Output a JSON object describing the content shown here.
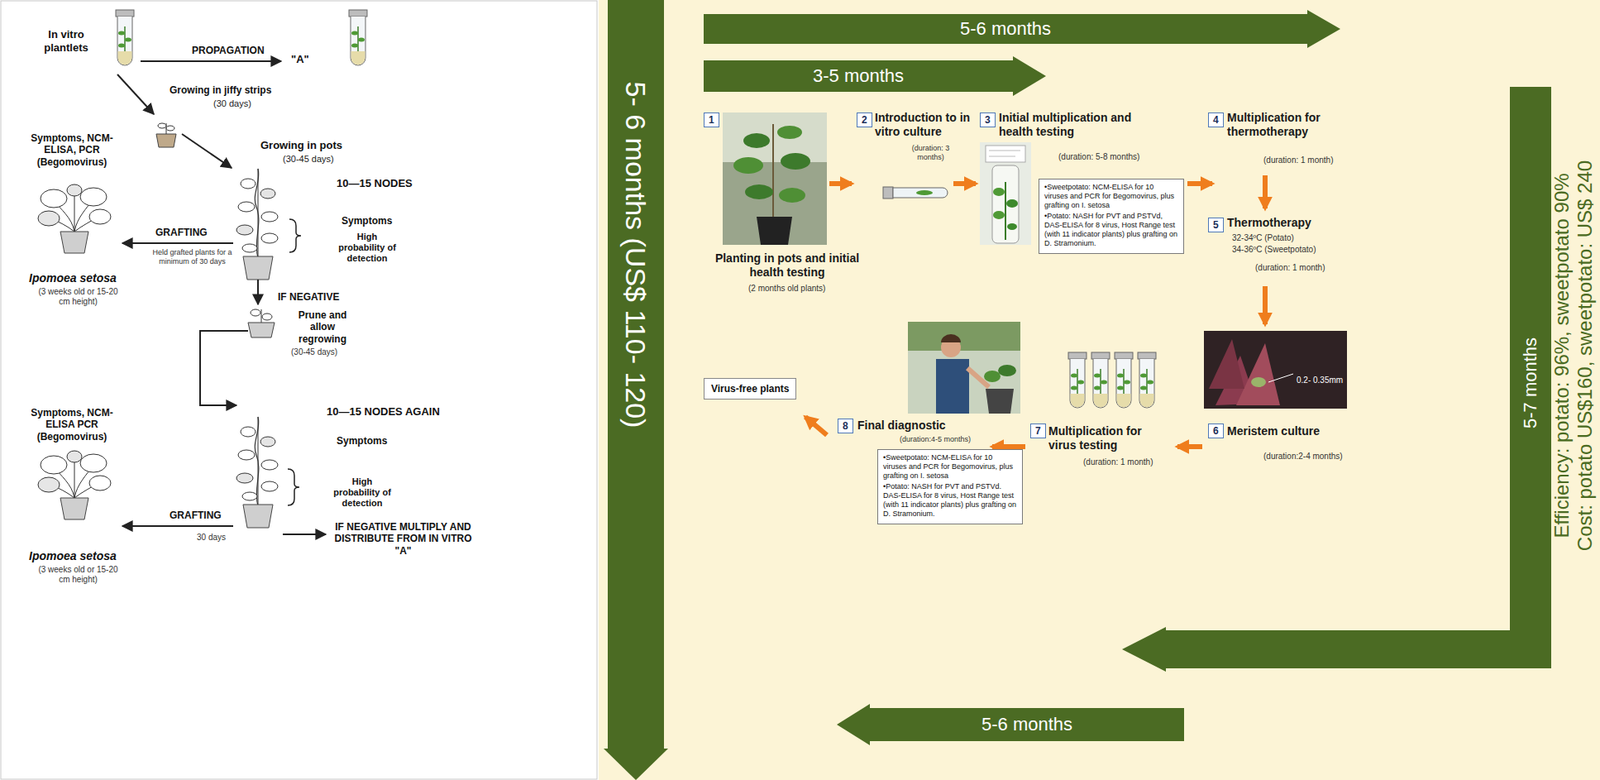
{
  "diagram": {
    "nodes": [
      {
        "text": [
          "5- 6 months (US$ 110- 120)"
        ]
      },
      {
        "text": [
          "5-6 months"
        ]
      },
      {
        "text": [
          "3-5 months"
        ]
      },
      {
        "text": [
          "5-7 months"
        ]
      },
      {
        "text": [
          "1"
        ]
      },
      {
        "text": [
          "2"
        ]
      },
      {
        "text": [
          "3"
        ]
      },
      {
        "text": [
          "•Sweetpotato: NCM-ELISA for 10 viruses and PCR for Begomovirus, plus grafting on I. setosa",
          "•Potato: NASH for PVT and PSTVd, DAS-ELISA for 8 virus, Host Range test (with 11 indicator plants) plus grafting on D. Stramonium."
        ]
      },
      {
        "text": [
          "4"
        ]
      },
      {
        "text": [
          "5"
        ]
      },
      {
        "text": [
          "6"
        ]
      },
      {
        "text": [
          "7"
        ]
      },
      {
        "text": [
          "8"
        ]
      },
      {
        "text": [
          "•Sweetpotato: NCM-ELISA for 10 viruses and PCR for Begomovirus, plus grafting on I. setosa",
          "•Potato: NASH for PVT and PSTVd. DAS-ELISA for 8 virus, Host Range test (with 11 indicator plants) plus grafting on D. Stramonium."
        ]
      },
      {
        "text": [
          "Virus-free plants"
        ]
      },
      {
        "text": [
          "5-6 months"
        ]
      }
    ],
    "labels": [
      "In vitro plantlets",
      "PROPAGATION",
      "\"A\"",
      "Growing in jiffy strips",
      "(30 days)",
      "Growing in pots",
      "(30-45 days)",
      "10—15 NODES",
      "Symptoms",
      "High probability of detection",
      "Symptoms, NCM-ELISA, PCR (Begomovirus)",
      "GRAFTING",
      "Held grafted plants for a minimum of 30 days",
      "Ipomoea setosa",
      "(3 weeks old or 15-20 cm height)",
      "IF NEGATIVE",
      "Prune and allow regrowing",
      "(30-45 days)",
      "10—15 NODES AGAIN",
      "Symptoms",
      "High probability of detection",
      "Symptoms, NCM-ELISA PCR (Begomovirus)",
      "GRAFTING",
      "30 days",
      "Ipomoea setosa",
      "(3 weeks old or 15-20 cm height)",
      "IF NEGATIVE MULTIPLY AND DISTRIBUTE FROM IN VITRO \"A\"",
      "Planting in pots and initial health testing",
      "(2 months old plants)",
      "Introduction to in vitro culture",
      "(duration: 3 months)",
      "Initial multiplication and health testing",
      "(duration: 5-8 months)",
      "Multiplication for thermotherapy",
      "(duration: 1 month)",
      "Thermotherapy",
      "32-34ºC (Potato)",
      "34-36ºC (Sweetpotato)",
      "(duration: 1 month)",
      "0.2- 0.35mm",
      "Meristem culture",
      "(duration:2-4 months)",
      "Multiplication for virus testing",
      "(duration: 1 month)",
      "Final diagnostic",
      "(duration:4-5 months)",
      "Efficiency: potato: 96%, sweetpotato 90%",
      "Cost: potato US$160, sweetpotato: US$ 240"
    ]
  }
}
